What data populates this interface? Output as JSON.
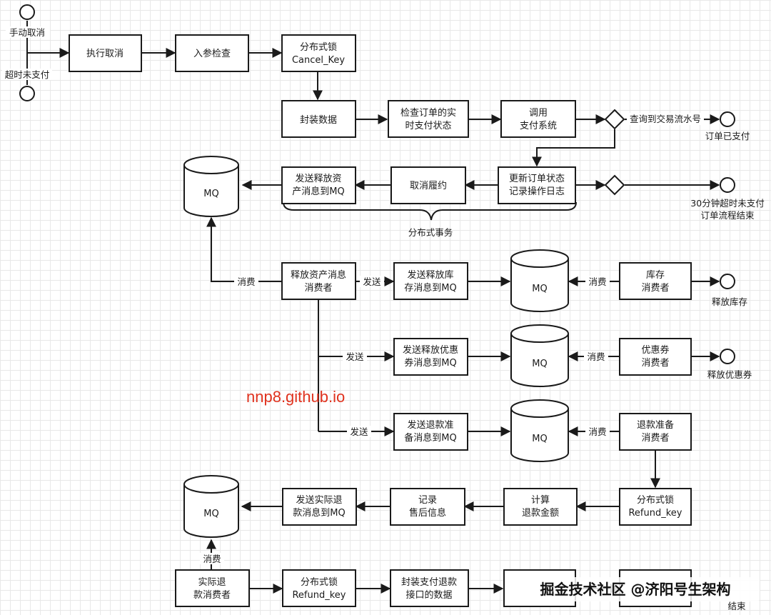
{
  "nodes": {
    "manual_cancel": "手动取消",
    "timeout_unpaid": "超时未支付",
    "execute_cancel": "执行取消",
    "param_check": "入参检查",
    "lock_cancel": [
      "分布式锁",
      "Cancel_Key"
    ],
    "wrap_data": "封装数据",
    "check_pay_status": [
      "检查订单的实",
      "时支付状态"
    ],
    "call_pay_system": [
      "调用",
      "支付系统"
    ],
    "label_found_txn": "查询到交易流水号",
    "order_paid": "订单已支付",
    "update_order": [
      "更新订单状态",
      "记录操作日志"
    ],
    "cancel_fulfill": "取消履约",
    "send_release_msg": [
      "发送释放资",
      "产消息到MQ"
    ],
    "mq": "MQ",
    "timeout_end": [
      "30分钟超时未支付",
      "订单流程结束"
    ],
    "distributed_tx": "分布式事务",
    "release_consumer": [
      "释放资产消息",
      "消费者"
    ],
    "consume": "消费",
    "send": "发送",
    "send_stock_msg": [
      "发送释放库",
      "存消息到MQ"
    ],
    "stock_consumer": [
      "库存",
      "消费者"
    ],
    "release_stock": "释放库存",
    "send_coupon_msg": [
      "发送释放优惠",
      "券消息到MQ"
    ],
    "coupon_consumer": [
      "优惠券",
      "消费者"
    ],
    "release_coupon": "释放优惠券",
    "send_refund_prep": [
      "发送退款准",
      "备消息到MQ"
    ],
    "refund_prep_consumer": [
      "退款准备",
      "消费者"
    ],
    "lock_refund": [
      "分布式锁",
      "Refund_key"
    ],
    "calc_refund": [
      "计算",
      "退款金额"
    ],
    "record_aftersale": [
      "记录",
      "售后信息"
    ],
    "send_actual_refund": [
      "发送实际退",
      "款消息到MQ"
    ],
    "actual_refund_consumer": [
      "实际退",
      "款消费者"
    ],
    "wrap_refund_data": [
      "封装支付退款",
      "接口的数据"
    ],
    "end": "结束"
  },
  "watermark": "nnp8.github.io",
  "footer": "掘金技术社区 @济阳号生架构",
  "colors": {
    "watermark": "#e0321e",
    "stroke": "#1a1a1a",
    "grid": "#e8e8e8"
  }
}
